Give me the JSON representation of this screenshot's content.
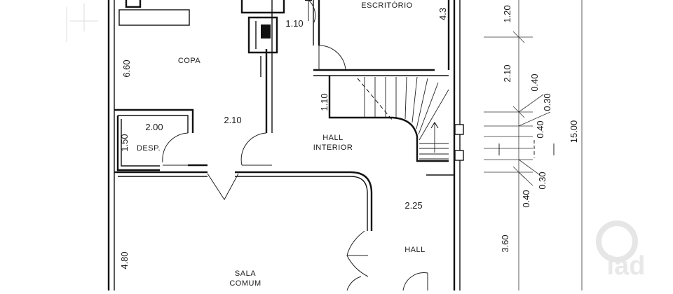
{
  "rooms": {
    "escritorio": "ESCRITÓRIO",
    "copa": "COPA",
    "desp": "DESP.",
    "hall_interior_1": "HALL",
    "hall_interior_2": "INTERIOR",
    "hall": "HALL",
    "sala_1": "SALA",
    "sala_2": "COMUM"
  },
  "dimensions": {
    "d_1_10_top": "1.10",
    "d_4_3": "4.3",
    "d_6_60": "6.60",
    "d_1_10_left": "1.10",
    "d_2_10_copa": "2.10",
    "d_2_00": "2.00",
    "d_1_50": "1.50",
    "d_2_25": "2.25",
    "d_4_80": "4.80",
    "d_1_20": "1.20",
    "d_2_10_right": "2.10",
    "d_0_40_a": "0.40",
    "d_0_30_a": "0.30",
    "d_0_40_b": "0.40",
    "d_15_00": "15.00",
    "d_0_30_b": "0.30",
    "d_0_40_c": "0.40",
    "d_3_60": "3.60"
  },
  "watermark": "iad"
}
